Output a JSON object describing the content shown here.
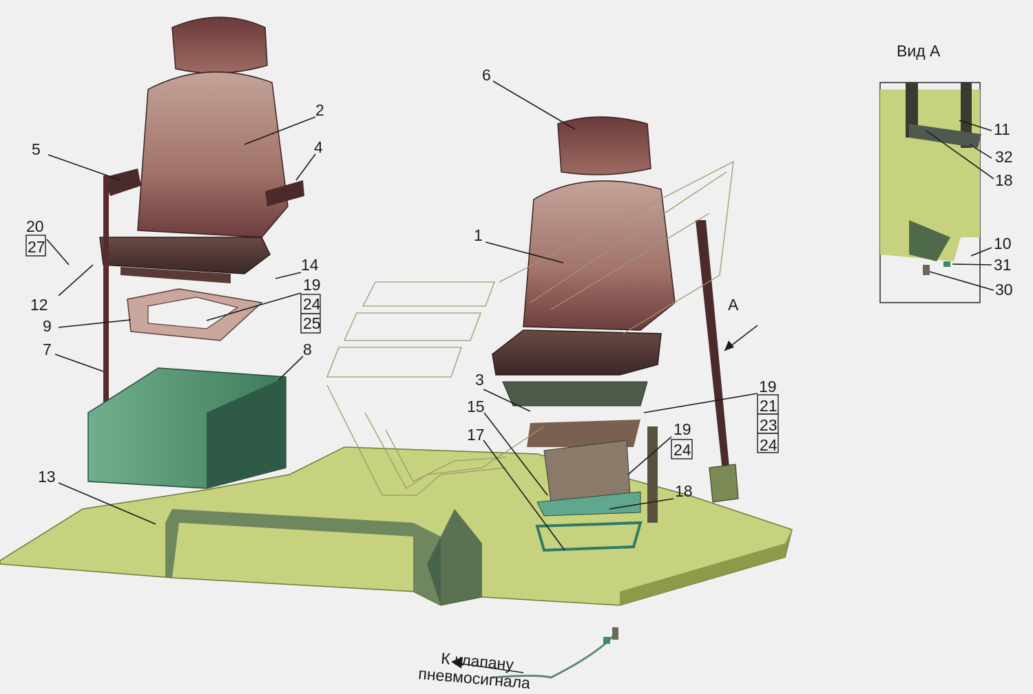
{
  "inset_title": "Вид А",
  "view_arrow_letter": "А",
  "note_line1": "К клапану",
  "note_line2": "пневмосигнала",
  "labels": {
    "n1": "1",
    "n2": "2",
    "n3": "3",
    "n4": "4",
    "n5": "5",
    "n6": "6",
    "n7": "7",
    "n8": "8",
    "n9": "9",
    "n12": "12",
    "n13": "13",
    "n14": "14",
    "n15": "15",
    "n17": "17",
    "n18": "18",
    "g19a": "19",
    "g24a": "24",
    "g25a": "25",
    "g20": "20",
    "g27": "27",
    "g19b": "19",
    "g21": "21",
    "g23": "23",
    "g24b": "24",
    "g19c": "19",
    "g24c": "24",
    "v10": "10",
    "v11": "11",
    "v18": "18",
    "v30": "30",
    "v31": "31",
    "v32": "32"
  },
  "colors": {
    "floor": "#c6d27e",
    "floor_dark": "#8d9a4a",
    "seat_top": "#7a4848",
    "seat_light": "#b8938a",
    "box_green": "#4d8a6a",
    "steel": "#5c5a52"
  }
}
